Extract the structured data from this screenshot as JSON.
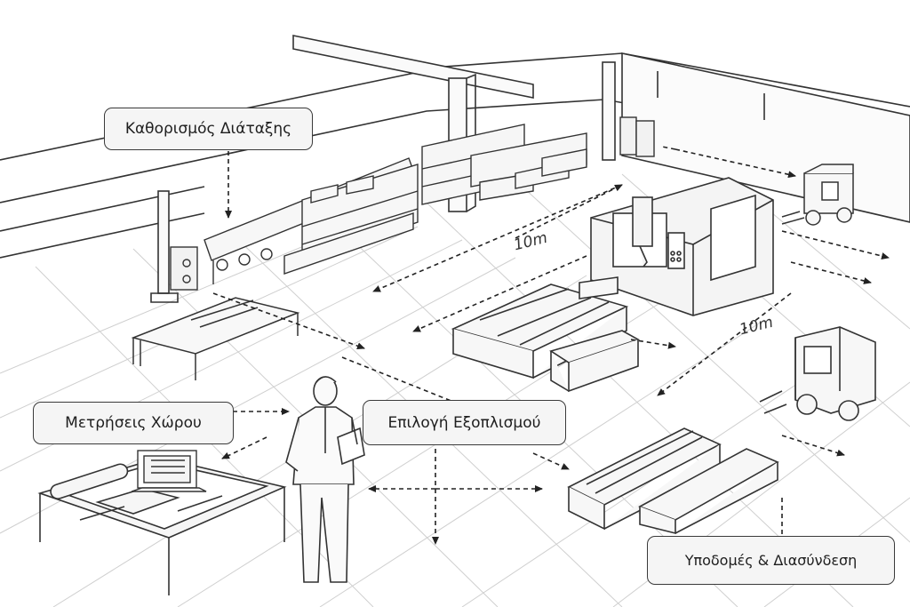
{
  "labels": {
    "layout_definition": "Καθορισμός Διάταξης",
    "space_measurements": "Μετρήσεις Χώρου",
    "equipment_selection": "Επιλογή Εξοπλισμού",
    "infrastructure_connection": "Υποδομές & Διασύνδεση"
  },
  "dimensions": {
    "width_mark": "10m",
    "depth_mark": "10m"
  },
  "icons": [
    "steel-frame-icon",
    "storage-rack-icon",
    "cnc-machine-icon",
    "forklift-icon",
    "work-table-icon",
    "engineer-figure-icon",
    "blueprint-table-icon",
    "laptop-icon",
    "conveyor-icon",
    "electrical-cabinet-icon"
  ],
  "colors": {
    "line": "#333333",
    "callout_bg": "#f5f5f5",
    "background": "#ffffff"
  }
}
